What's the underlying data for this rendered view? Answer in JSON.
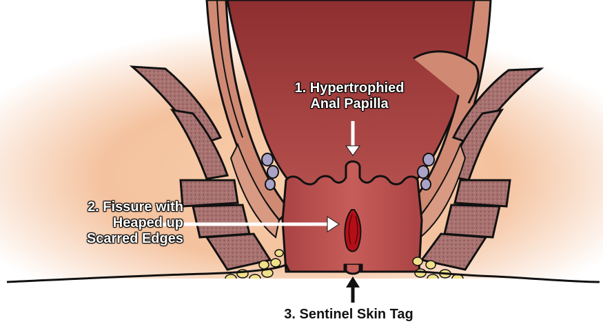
{
  "labels": {
    "papilla": {
      "line1": "1. Hypertrophied",
      "line2": "Anal Papilla"
    },
    "fissure": {
      "line1": "2. Fissure with",
      "line2": "Heaped up",
      "line3": "Scarred Edges"
    },
    "skin_tag": "3. Sentinel Skin Tag"
  },
  "colors": {
    "lumen": "#9c3a3a",
    "tissue": "#c98066",
    "muscle": "#a8706e",
    "fissure": "#b40f18",
    "fat": "#f0e08a",
    "skin_glow": "#f2b27f",
    "outline": "#111111"
  }
}
